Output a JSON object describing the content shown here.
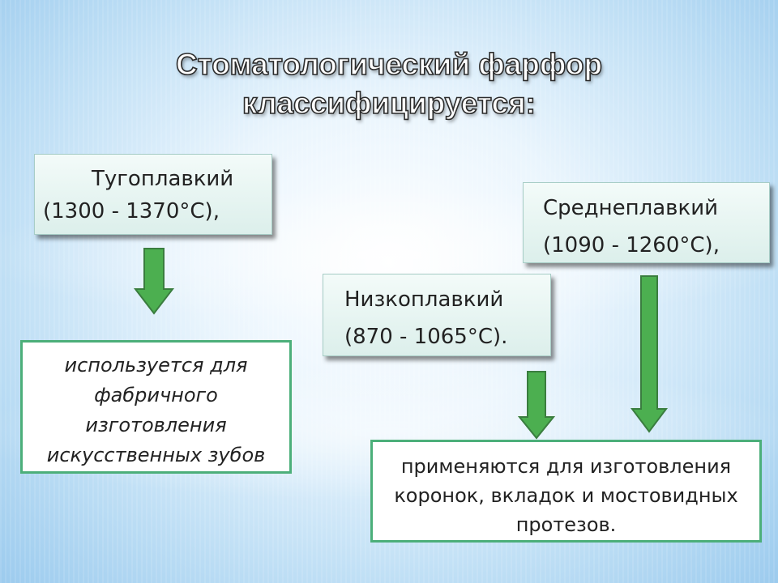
{
  "slide": {
    "title_line1": "Стоматологический фарфор",
    "title_line2": "классифицируется:"
  },
  "boxes": {
    "refractory": {
      "name": "Тугоплавкий",
      "range": "(1300 - 1370°С),"
    },
    "medium": {
      "name": "Среднеплавкий",
      "range": "(1090 - 1260°С),"
    },
    "low": {
      "name": "Низкоплавкий",
      "range": "(870 - 1065°С)."
    }
  },
  "descriptions": {
    "factory_teeth": [
      "используется для",
      "фабричного",
      "изготовления",
      "искусственных зубов"
    ],
    "crowns": [
      "применяются для изготовления",
      "коронок, вкладок и мостовидных",
      "протезов."
    ]
  },
  "colors": {
    "arrow_fill": "#4caf50",
    "arrow_stroke": "#3a7d3f",
    "desc_border": "#4caf7a"
  },
  "icons": {
    "arrow": "down-arrow-icon"
  }
}
